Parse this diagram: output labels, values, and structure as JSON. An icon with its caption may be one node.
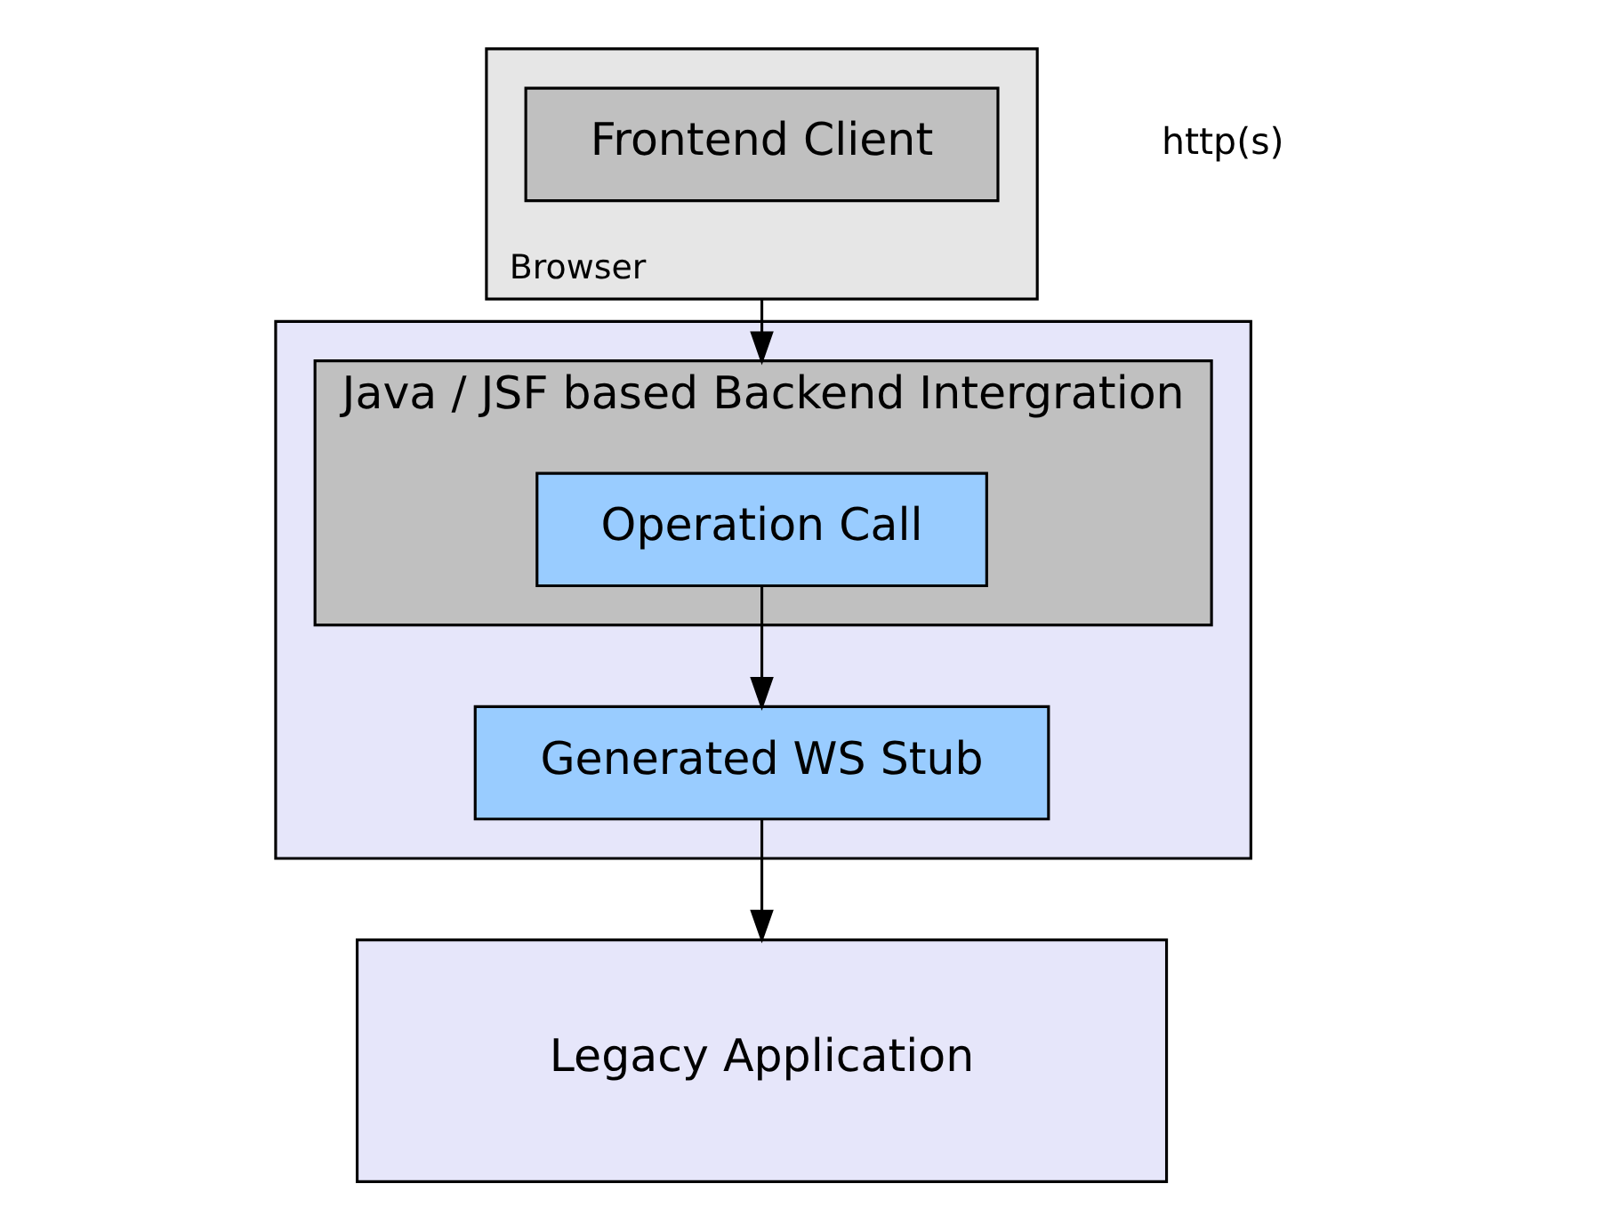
{
  "diagram": {
    "nodes": [
      {
        "text": [
          "Browser"
        ]
      },
      {
        "text": [
          "Frontend Client"
        ],
        "in": 0
      },
      {
        "text": [],
        "shape": "box"
      },
      {
        "text": [
          "Java / JSF based Backend Intergration"
        ],
        "in": 2
      },
      {
        "text": [
          "Operation Call"
        ],
        "in": 3
      },
      {
        "text": [
          "Generated WS Stub"
        ],
        "in": 2
      },
      {
        "text": [
          "Legacy Application"
        ]
      }
    ],
    "edges": [
      {
        "from": 0,
        "to": 3,
        "arrow": "to"
      },
      {
        "from": 4,
        "to": 5,
        "arrow": "to"
      },
      {
        "from": 5,
        "to": 6,
        "arrow": "to"
      }
    ],
    "labels": [
      "http(s)"
    ]
  }
}
